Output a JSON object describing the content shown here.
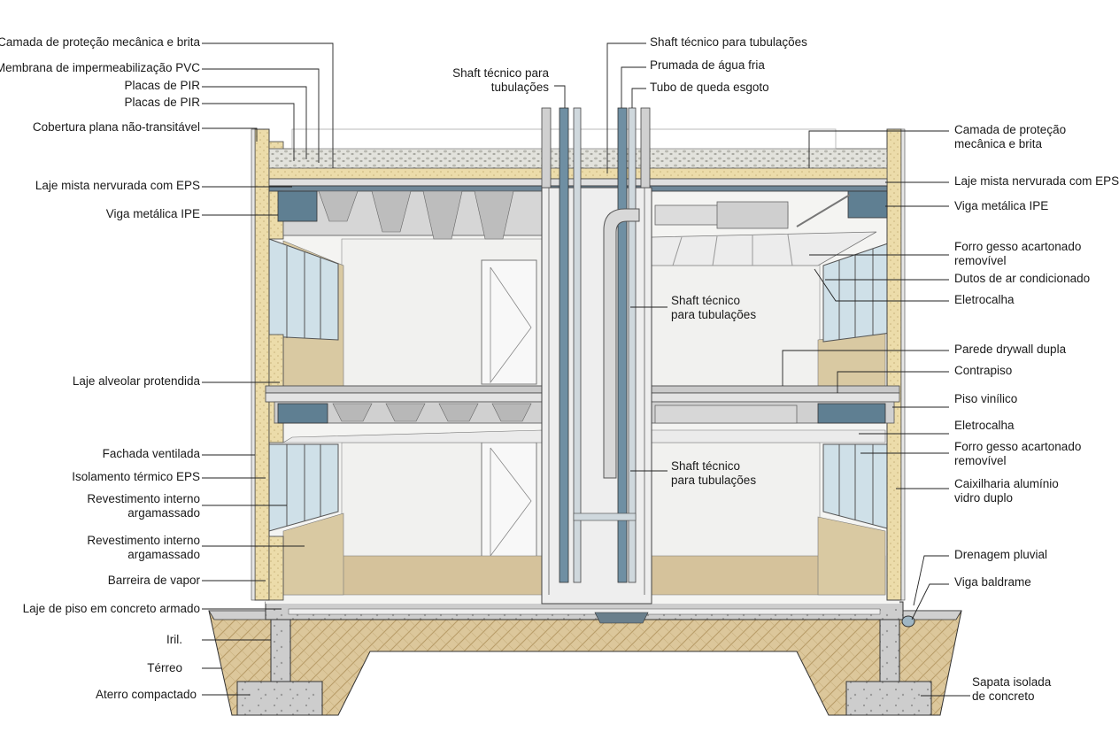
{
  "labels": {
    "left": [
      "Camada de proteção mecânica e brita",
      "Membrana de impermeabilização PVC",
      "Placas de PIR",
      "Placas de PIR",
      "Cobertura plana não-transitável",
      "Laje mista nervurada com EPS",
      "Viga metálica IPE",
      "Laje alveolar protendida",
      "Fachada ventilada",
      "Isolamento térmico EPS",
      "Revestimento interno",
      "argamassado",
      "Revestimento interno",
      "argamassado",
      "Barreira de vapor",
      "Laje de piso em concreto armado",
      "Iril.",
      "Térreo",
      "Aterro compactado"
    ],
    "top": [
      "Shaft técnico para",
      "tubulações",
      "Shaft técnico para tubulações",
      "Prumada de água fria",
      "Tubo de queda esgoto"
    ],
    "center": [
      "Shaft técnico",
      "para tubulações",
      "Shaft técnico",
      "para tubulações"
    ],
    "right": [
      "Camada de proteção",
      "mecânica e brita",
      "Laje mista nervurada com EPS",
      "Viga metálica IPE",
      "Forro gesso acartonado",
      "removível",
      "Dutos de ar condicionado",
      "Eletrocalha",
      "Parede drywall dupla",
      "Contrapiso",
      "Piso vinílico",
      "Eletrocalha",
      "Forro gesso acartonado",
      "removível",
      "Caixilharia alumínio",
      "vidro duplo",
      "Drenagem pluvial",
      "Viga baldrame",
      "Sapata isolada",
      "de concreto"
    ]
  },
  "colors": {
    "steel": "#5f7f92",
    "insulation": "#e8d9a8",
    "plaster": "#d8c9a0",
    "concrete": "#c9c9c9",
    "soil": "#d9c59a",
    "glass": "#cfe0e8",
    "line": "#222222"
  }
}
